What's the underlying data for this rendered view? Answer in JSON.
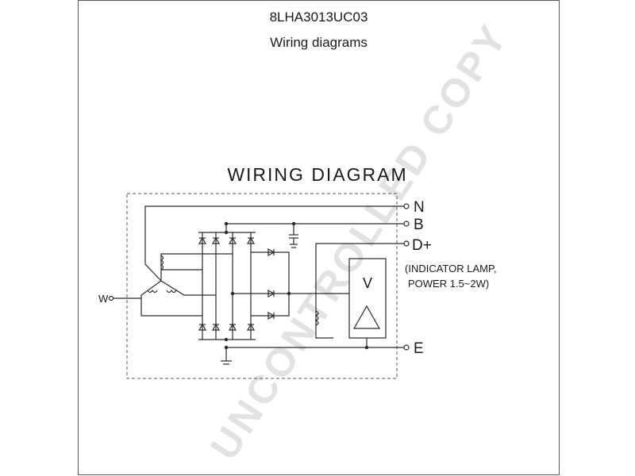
{
  "header": {
    "code": "8LHA3013UC03",
    "subtitle": "Wiring diagrams"
  },
  "diagram": {
    "title": "WIRING DIAGRAM",
    "terminals": {
      "n": "N",
      "b": "B",
      "d": "D+",
      "e": "E",
      "w": "W"
    },
    "note_line1": "(INDICATOR LAMP,",
    "note_line2": "POWER 1.5~2W)",
    "regulator_label": "V"
  },
  "watermark": "UNCONTROLLED COPY"
}
